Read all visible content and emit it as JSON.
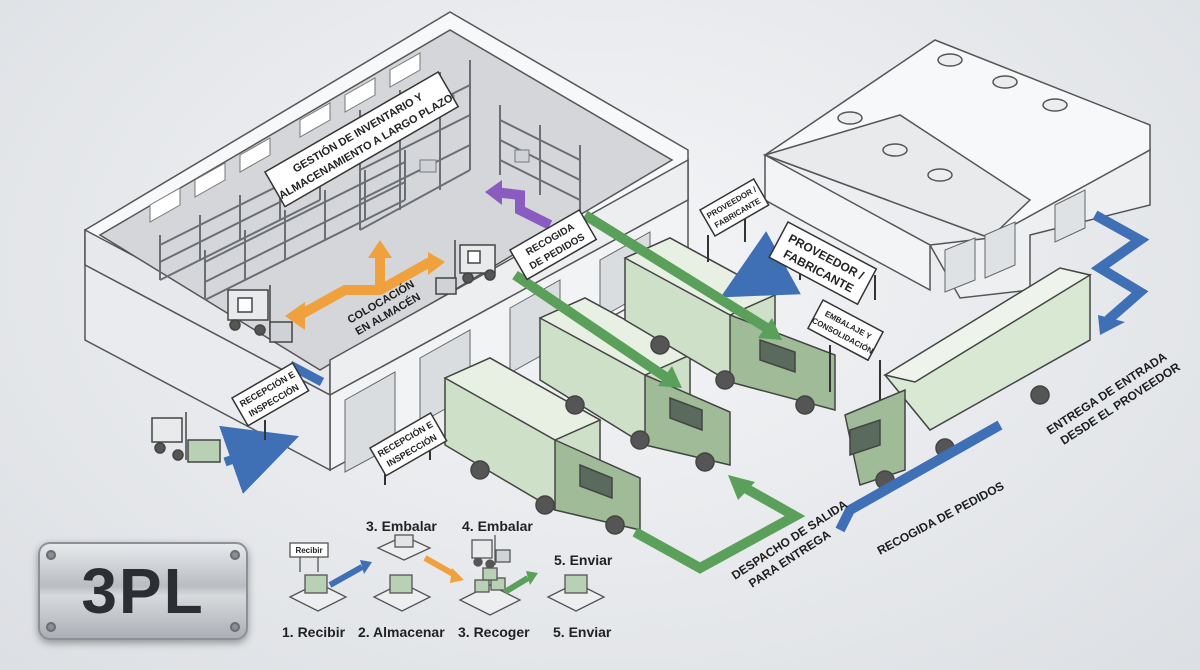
{
  "badge": {
    "text": "3PL"
  },
  "signs": {
    "inventory": [
      "GESTIÓN DE INVENTARIO Y",
      "ALMACENAMIENTO A LARGO PLAZO"
    ],
    "picking": [
      "RECOGIDA",
      "DE PEDIDOS"
    ],
    "putaway": [
      "COLOCACIÓN",
      "EN ALMACÉN"
    ],
    "receiving_left": [
      "RECEPCIÓN E",
      "INSPECCIÓN"
    ],
    "receiving_dock": [
      "RECEPCIÓN E",
      "INSPECCIÓN"
    ],
    "supplier_small": [
      "PROVEEDOR /",
      "FABRICANTE"
    ],
    "supplier_big": [
      "PROVEEDOR /",
      "FABRICANTE"
    ],
    "packing": [
      "EMBALAJE Y",
      "CONSOLIDACIÓN"
    ]
  },
  "labels": {
    "inbound": [
      "ENTREGA DE ENTRADA",
      "DESDE EL PROVEEDOR"
    ],
    "order_picking": "RECOGIDA DE PEDIDOS",
    "outbound": [
      "DESPACHO DE SALIDA",
      "PARA ENTREGA"
    ]
  },
  "steps": {
    "mini_sign": "Recibir",
    "top": [
      "3. Embalar",
      "4. Embalar",
      "5. Enviar"
    ],
    "bottom": [
      "1. Recibir",
      "2. Almacenar",
      "3. Recoger",
      "5. Enviar"
    ]
  },
  "colors": {
    "blue": "#3f6fb5",
    "green": "#5aa05a",
    "orange": "#f0a03c",
    "purple": "#8a5cc0",
    "trailer": "#cfe0c8"
  }
}
